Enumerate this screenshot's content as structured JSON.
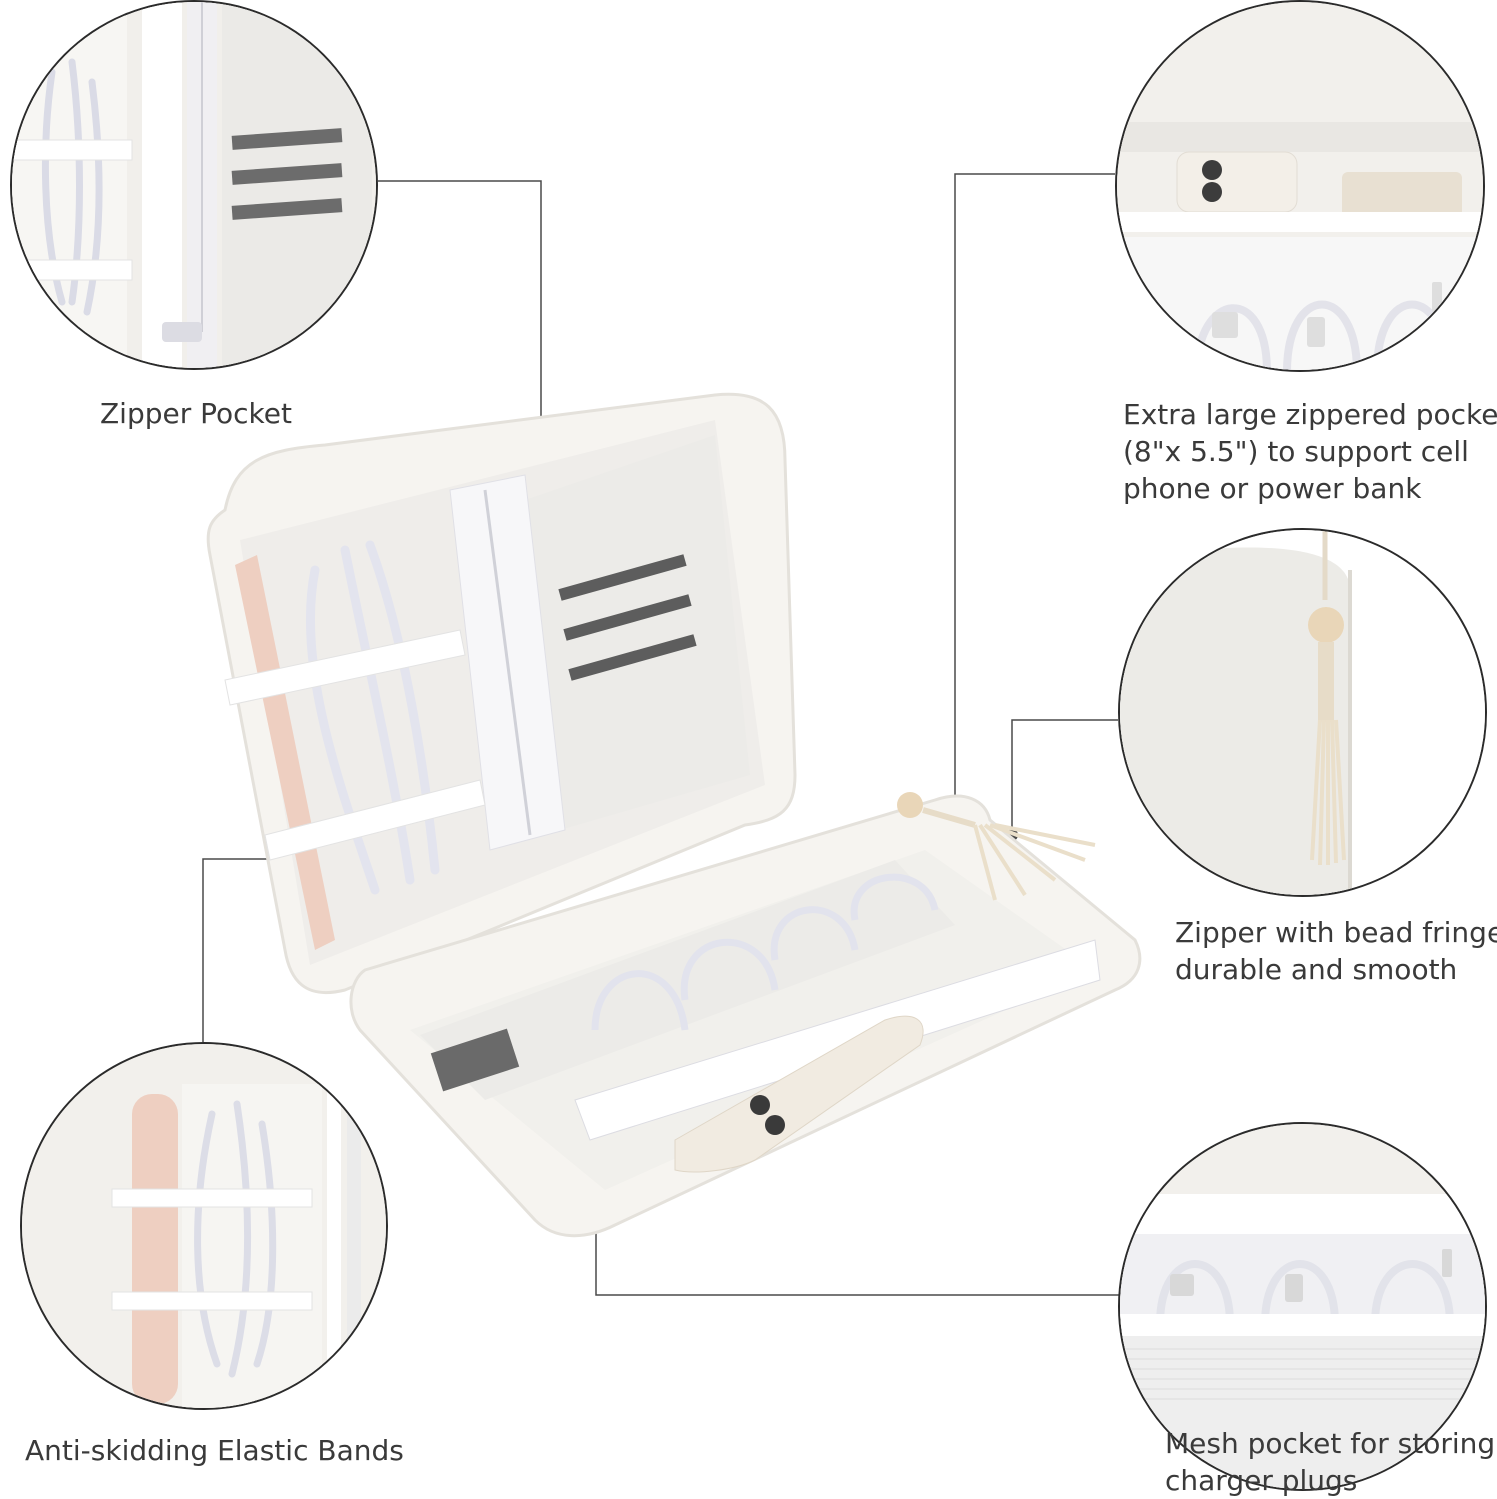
{
  "captions": {
    "zipper_pocket": "Zipper Pocket",
    "large_pocket_line1": "Extra large zippered pocket",
    "large_pocket_line2": "(8\"x 5.5\") to support cell",
    "large_pocket_line3": "phone or power bank",
    "zipper_fringe_line1": "Zipper with bead fringe,",
    "zipper_fringe_line2": "durable and smooth",
    "elastic_bands": "Anti-skidding Elastic Bands",
    "mesh_pocket_line1": "Mesh pocket for storing",
    "mesh_pocket_line2": "charger plugs"
  },
  "colors": {
    "background": "#ffffff",
    "case_white": "#f6f4f0",
    "case_edge": "#e4e1db",
    "mesh": "#ecebe8",
    "pen_pink": "#eecfc1",
    "cable_white": "#f3f3f7",
    "tassel": "#efe7d6",
    "bead": "#e9d6b8",
    "caption_text": "#3a3a3a",
    "leader_line": "#4a4a4a"
  },
  "icons": {
    "leader_dot": "dot-icon"
  }
}
